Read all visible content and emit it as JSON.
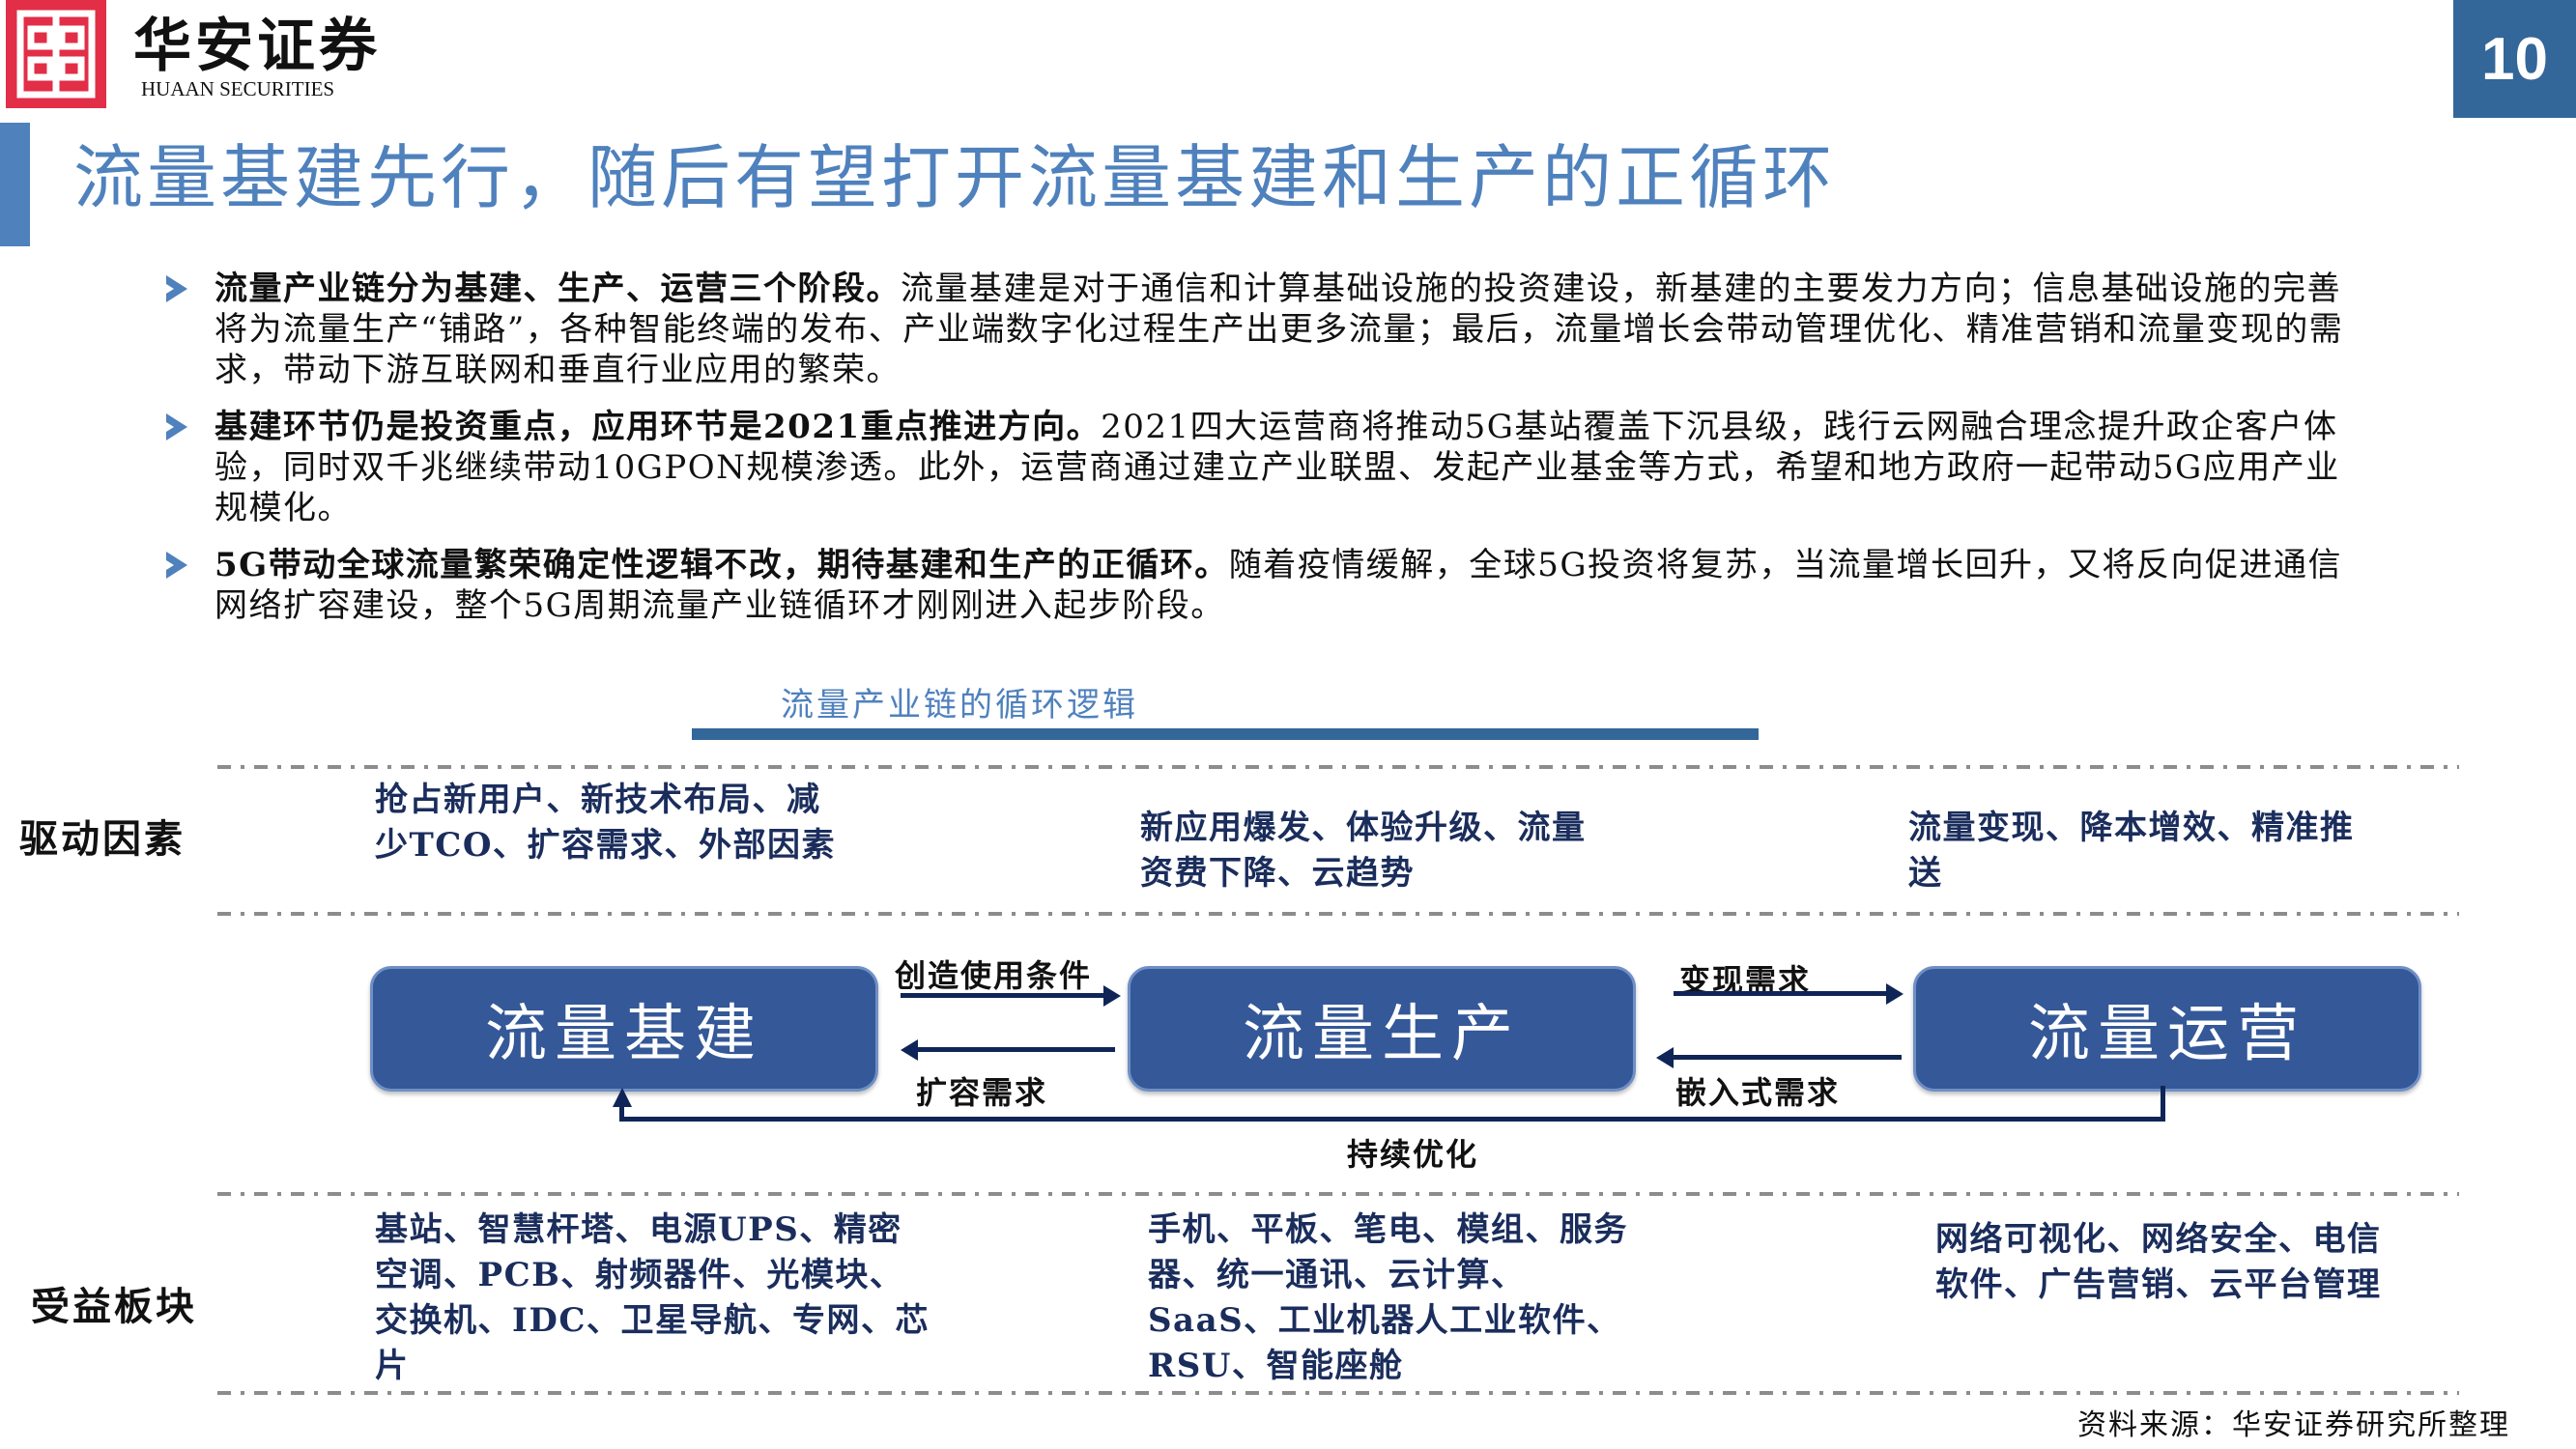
{
  "header": {
    "logo_cn": "华安证券",
    "logo_en": "HUAAN SECURITIES",
    "page_number": "10",
    "title": "流量基建先行，随后有望打开流量基建和生产的正循环"
  },
  "bullets": [
    {
      "bold": "流量产业链分为基建、生产、运营三个阶段。",
      "text": "流量基建是对于通信和计算基础设施的投资建设，新基建的主要发力方向；信息基础设施的完善将为流量生产“铺路”，各种智能终端的发布、产业端数字化过程生产出更多流量；最后，流量增长会带动管理优化、精准营销和流量变现的需求，带动下游互联网和垂直行业应用的繁荣。"
    },
    {
      "bold": "基建环节仍是投资重点，应用环节是2021重点推进方向。",
      "text": "2021四大运营商将推动5G基站覆盖下沉县级，践行云网融合理念提升政企客户体验，同时双千兆继续带动10GPON规模渗透。此外，运营商通过建立产业联盟、发起产业基金等方式，希望和地方政府一起带动5G应用产业规模化。"
    },
    {
      "bold": "5G带动全球流量繁荣确定性逻辑不改，期待基建和生产的正循环。",
      "text": "随着疫情缓解，全球5G投资将复苏，当流量增长回升，又将反向促进通信网络扩容建设，整个5G周期流量产业链循环才刚刚进入起步阶段。"
    }
  ],
  "diagram": {
    "title": "流量产业链的循环逻辑",
    "rows": {
      "drivers_label": "驱动因素",
      "beneficiaries_label": "受益板块"
    },
    "drivers": [
      "抢占新用户、新技术布局、减少TCO、扩容需求、外部因素",
      "新应用爆发、体验升级、流量资费下降、云趋势",
      "流量变现、降本增效、精准推送"
    ],
    "nodes": [
      "流量基建",
      "流量生产",
      "流量运营"
    ],
    "edges": {
      "infra_to_prod": "创造使用条件",
      "prod_to_infra": "扩容需求",
      "prod_to_ops": "变现需求",
      "ops_to_prod": "嵌入式需求",
      "feedback": "持续优化"
    },
    "beneficiaries": [
      "基站、智慧杆塔、电源UPS、精密空调、PCB、射频器件、光模块、交换机、IDC、卫星导航、专网、芯片",
      "手机、平板、笔电、模组、服务器、统一通讯、云计算、SaaS、工业机器人工业软件、RSU、智能座舱",
      "网络可视化、网络安全、电信软件、广告营销、云平台管理"
    ]
  },
  "footer": {
    "source": "资料来源：华安证券研究所整理"
  },
  "colors": {
    "brand_red": "#e22e47",
    "title_blue": "#4f81bd",
    "dark_blue": "#336699",
    "node_fill": "#345898",
    "arrow_navy": "#0f2557",
    "cell_text": "#1a2d5c"
  }
}
